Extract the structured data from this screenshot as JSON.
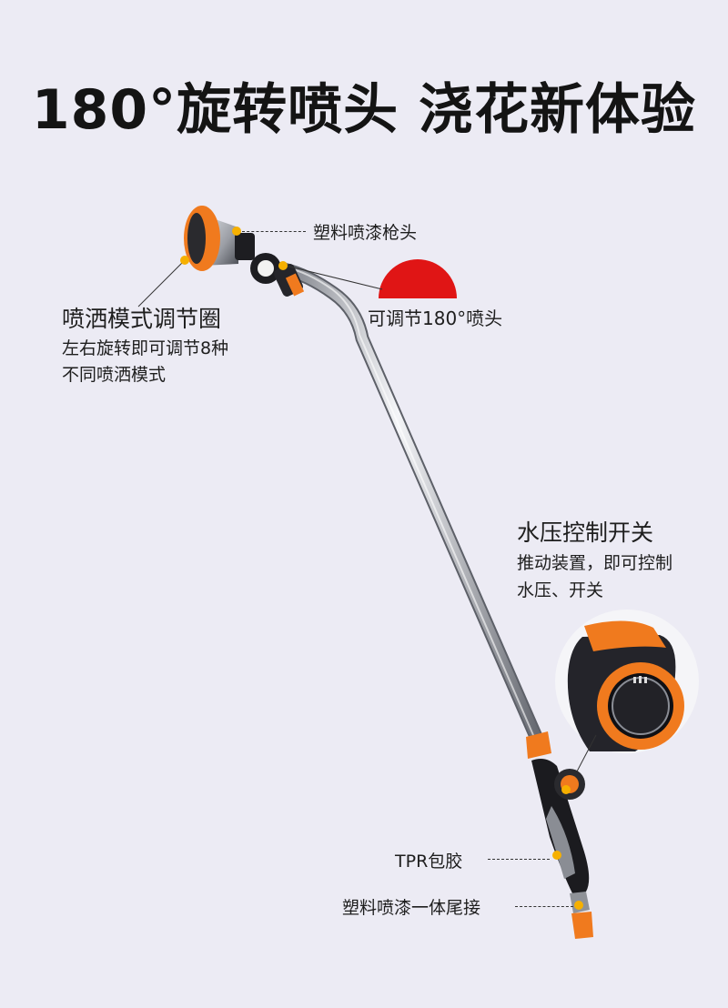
{
  "headline": "180°旋转喷头 浇花新体验",
  "labels": {
    "nozzle_head": "塑料喷漆枪头",
    "rotate_180": "可调节180°喷头",
    "spray_ring_title": "喷洒模式调节圈",
    "spray_ring_desc_1": "左右旋转即可调节8种",
    "spray_ring_desc_2": "不同喷洒模式",
    "pressure_title": "水压控制开关",
    "pressure_desc_1": "推动装置，即可控制",
    "pressure_desc_2": "水压、开关",
    "tpr": "TPR包胶",
    "tail": "塑料喷漆一体尾接"
  },
  "colors": {
    "background": "#ecebf4",
    "accent_orange": "#f07a1e",
    "half_circle_red": "#e01515",
    "marker_yellow": "#f6b000"
  },
  "icons": [
    "spray-gun-illustration",
    "red-half-circle",
    "switch-zoom-circle"
  ]
}
